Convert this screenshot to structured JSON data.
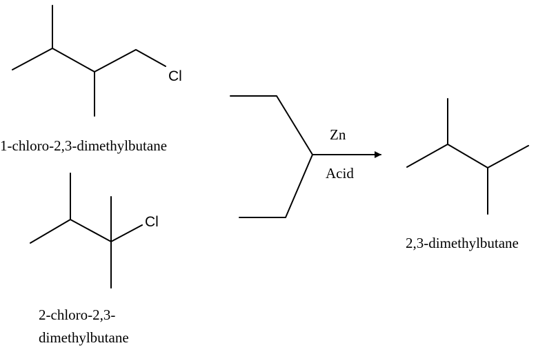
{
  "reactant_1": {
    "name": "1-chloro-2,3-dimethylbutane",
    "atom_label": "Cl"
  },
  "reactant_2": {
    "name_line_1": "2-chloro-2,3-",
    "name_line_2": "dimethylbutane",
    "atom_label": "Cl"
  },
  "conditions": {
    "reagent": "Zn",
    "medium": "Acid"
  },
  "product": {
    "name": "2,3-dimethylbutane"
  },
  "colors": {
    "ink": "#000000",
    "background": "#ffffff"
  }
}
